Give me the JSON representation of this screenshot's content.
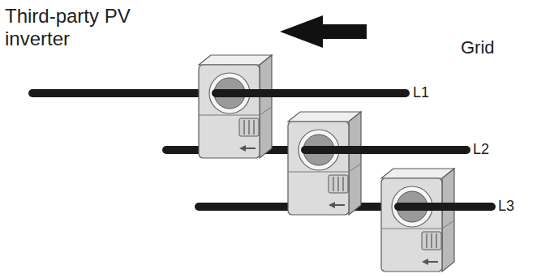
{
  "diagram": {
    "labels": [
      "Third-party PV inverter",
      "Grid",
      "L1",
      "L2",
      "L3"
    ]
  }
}
